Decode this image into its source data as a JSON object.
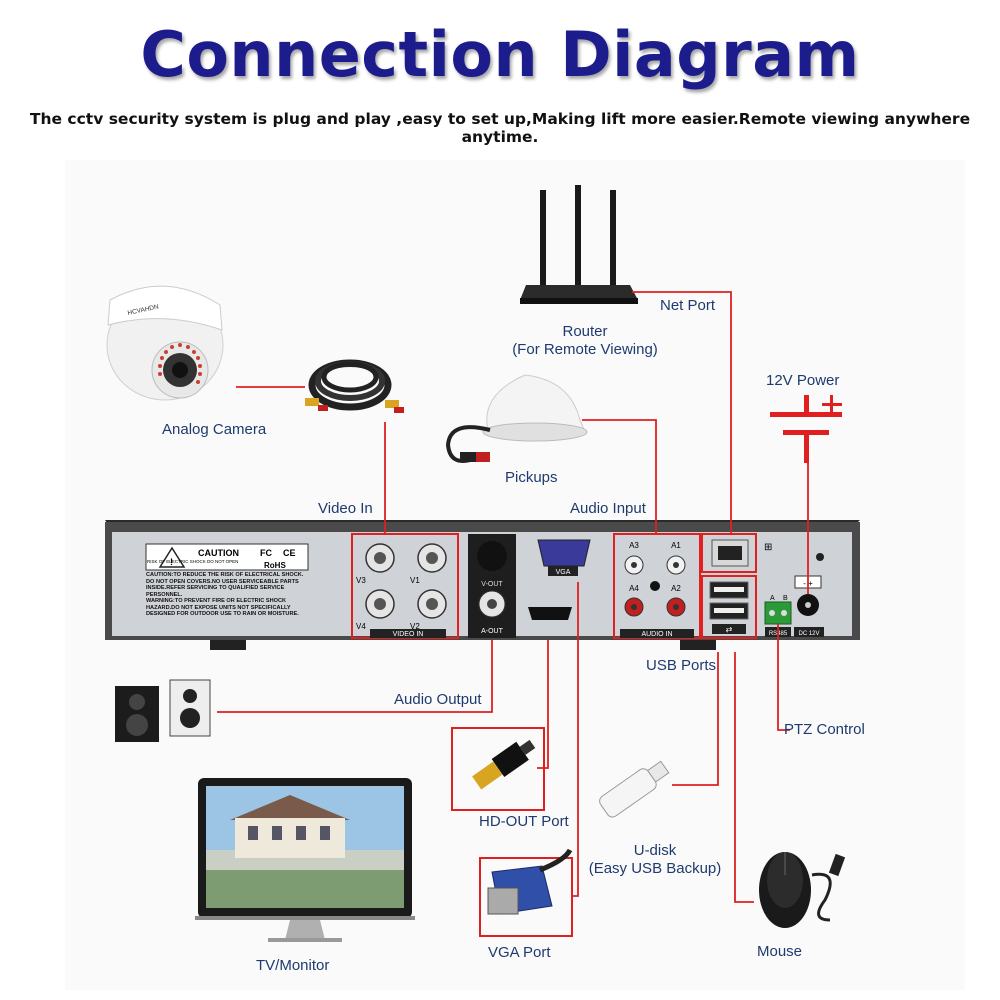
{
  "title": "Connection Diagram",
  "subtitle": "The cctv security system is plug and play ,easy to set up,Making lift more easier.Remote viewing anywhere anytime.",
  "labels": {
    "net_port": "Net Port",
    "router_line1": "Router",
    "router_line2": "(For Remote Viewing)",
    "power": "12V Power",
    "camera": "Analog Camera",
    "pickups": "Pickups",
    "video_in": "Video In",
    "audio_input": "Audio Input",
    "usb_ports": "USB Ports",
    "audio_output": "Audio Output",
    "ptz": "PTZ Control",
    "hd_out": "HD-OUT Port",
    "udisk_line1": "U-disk",
    "udisk_line2": "(Easy USB Backup)",
    "tv": "TV/Monitor",
    "vga_port": "VGA Port",
    "mouse": "Mouse"
  },
  "dvr": {
    "caution_title": "CAUTION",
    "caution_sub": "RISK OF ELECTRIC SHOCK DO NOT OPEN",
    "caution_text1": "CAUTION:TO REDUCE THE RISK OF ELECTRICAL SHOCK. DO NOT OPEN COVERS.NO USER SERVICEABLE PARTS INSIDE.REFER SERVICING TO QUALIFIED SERVICE PERSONNEL.",
    "caution_text2": "WARNING:TO PREVENT FIRE OR ELECTRIC SHOCK HAZARD.DO NOT EXPOSE UNITS NOT SPECIFICALLY DESIGNED FOR OUTDOOR USE TO RAIN OR MOISTURE.",
    "cert_fc": "FC",
    "cert_ce": "CE",
    "cert_rohs": "RoHS",
    "video_in_label": "VIDEO IN",
    "v1": "V1",
    "v2": "V2",
    "v3": "V3",
    "v4": "V4",
    "v_out": "V-OUT",
    "a_out": "A-OUT",
    "vga": "VGA",
    "a1": "A1",
    "a2": "A2",
    "a3": "A3",
    "a4": "A4",
    "audio_in_label": "AUDIO IN",
    "rs485": "RS485",
    "dc12v": "DC 12V",
    "ab_a": "A",
    "ab_b": "B"
  },
  "camera_brand": "HCVAHDN",
  "colors": {
    "title": "#1c1c8c",
    "label": "#1f3a6e",
    "wire": "#e02020",
    "dvr_body": "#3a3a3a",
    "dvr_panel": "#c9ccd0"
  }
}
